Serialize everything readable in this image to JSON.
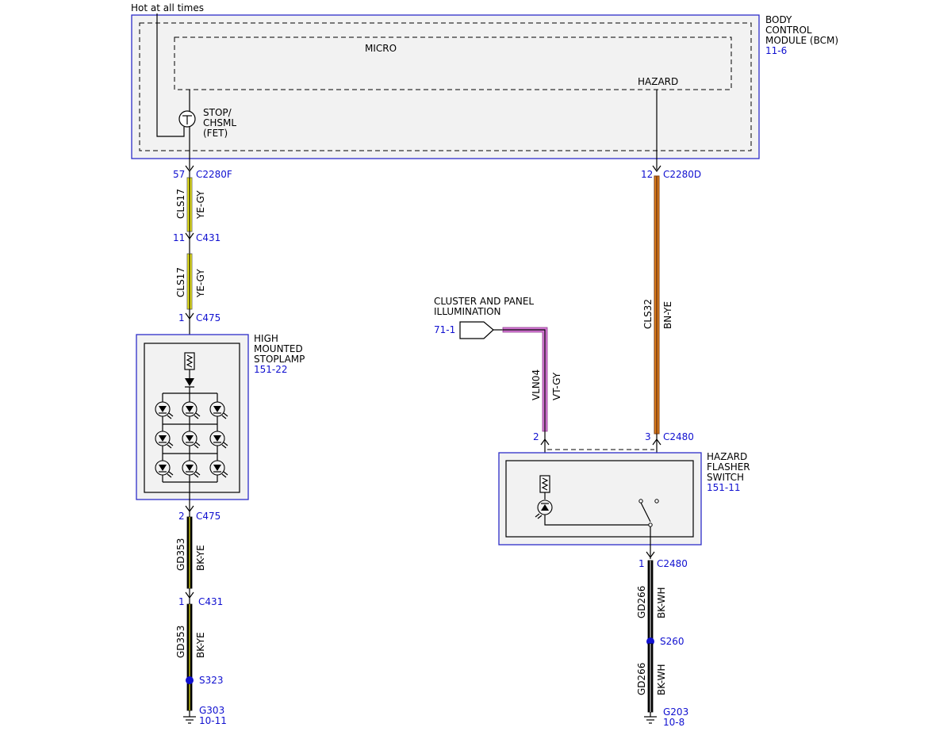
{
  "power": {
    "hot_label": "Hot at all times"
  },
  "bcm": {
    "name_l1": "BODY",
    "name_l2": "CONTROL",
    "name_l3": "MODULE (BCM)",
    "ref": "11-6",
    "micro": "MICRO",
    "hazard": "HAZARD",
    "fet_l1": "STOP/",
    "fet_l2": "CHSML",
    "fet_l3": "(FET)"
  },
  "left": {
    "c1_pin": "57",
    "c1_name": "C2280F",
    "w1_circuit": "CLS17",
    "w1_color": "YE-GY",
    "c2_pin": "11",
    "c2_name": "C431",
    "w2_circuit": "CLS17",
    "w2_color": "YE-GY",
    "c3_pin": "1",
    "c3_name": "C475",
    "c4_pin": "2",
    "c4_name": "C475",
    "w3_circuit": "GD353",
    "w3_color": "BK-YE",
    "c5_pin": "1",
    "c5_name": "C431",
    "w4_circuit": "GD353",
    "w4_color": "BK-YE",
    "splice": "S323",
    "ground": "G303",
    "ground_ref": "10-11"
  },
  "stoplamp": {
    "l1": "HIGH",
    "l2": "MOUNTED",
    "l3": "STOPLAMP",
    "ref": "151-22"
  },
  "right": {
    "c1_pin": "12",
    "c1_name": "C2280D",
    "w1_circuit": "CLS32",
    "w1_color": "BN-YE",
    "c2_pin": "3",
    "c2_name": "C2480",
    "c3_pin": "1",
    "c3_name": "C2480",
    "w2_circuit": "GD266",
    "w2_color": "BK-WH",
    "splice": "S260",
    "w3_circuit": "GD266",
    "w3_color": "BK-WH",
    "ground": "G203",
    "ground_ref": "10-8"
  },
  "cluster": {
    "l1": "CLUSTER AND PANEL",
    "l2": "ILLUMINATION",
    "ref": "71-1",
    "pin": "2",
    "w_circuit": "VLN04",
    "w_color": "VT-GY"
  },
  "hazard_switch": {
    "l1": "HAZARD",
    "l2": "FLASHER",
    "l3": "SWITCH",
    "ref": "151-11"
  },
  "colors": {
    "yellow": "#f2ee1e",
    "orange": "#e0801a",
    "brown": "#7a3a10",
    "violet": "#d678d6",
    "link": "#1010d0"
  }
}
